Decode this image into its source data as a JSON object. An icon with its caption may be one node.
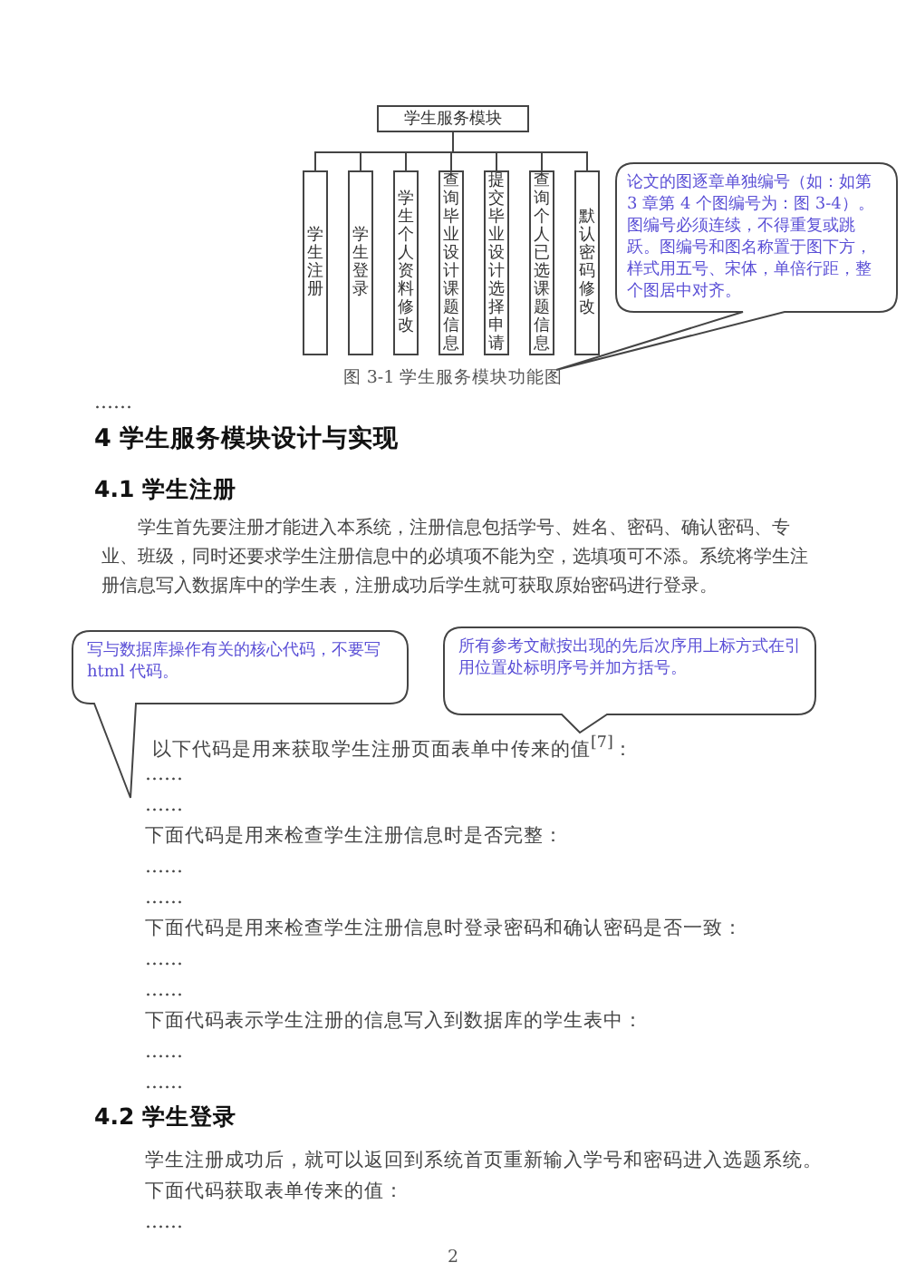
{
  "diagram": {
    "caption": "图 3-1 学生服务模块功能图",
    "nodes": [
      {
        "text": [
          "学生服务模块"
        ]
      },
      {
        "text": [
          "学生注册"
        ]
      },
      {
        "text": [
          "学生登录"
        ]
      },
      {
        "text": [
          "学生个人资料修改"
        ]
      },
      {
        "text": [
          "查询毕业设计课题信息"
        ]
      },
      {
        "text": [
          "提交毕业设计选择申请"
        ]
      },
      {
        "text": [
          "查询个人已选课题信息"
        ]
      },
      {
        "text": [
          "默认密码修改"
        ]
      },
      {
        "text": [
          "论文的图逐章单独编号（如：如第 3 章第 4 个图编号为：图 3-4）。图编号必须连续，不得重复或跳跃。图编号和图名称置于图下方，样式用五号、宋体，单倍行距，整个图居中对齐。"
        ]
      },
      {
        "text": [
          "写与数据库操作有关的核心代码，不要写 html 代码。"
        ]
      },
      {
        "text": [
          "所有参考文献按出现的先后次序用上标方式在引用位置处标明序号并加方括号。"
        ]
      }
    ],
    "edges": [
      {
        "from": 0,
        "to": 1,
        "arrow": "none"
      },
      {
        "from": 0,
        "to": 2,
        "arrow": "none"
      },
      {
        "from": 0,
        "to": 3,
        "arrow": "none"
      },
      {
        "from": 0,
        "to": 4,
        "arrow": "none"
      },
      {
        "from": 0,
        "to": 5,
        "arrow": "none"
      },
      {
        "from": 0,
        "to": 6,
        "arrow": "none"
      },
      {
        "from": 0,
        "to": 7,
        "arrow": "none"
      }
    ],
    "labels": [
      "……",
      "4 学生服务模块设计与实现",
      "4.1 学生注册",
      "学生首先要注册才能进入本系统，注册信息包括学号、姓名、密码、确认密码、专业、班级，同时还要求学生注册信息中的必填项不能为空，选填项可不添。系统将学生注册信息写入数据库中的学生表，注册成功后学生就可获取原始密码进行登录。",
      "以下代码是用来获取学生注册页面表单中传来的值$^{[7]}$：",
      "……",
      "……",
      "下面代码是用来检查学生注册信息时是否完整：",
      "……",
      "……",
      "下面代码是用来检查学生注册信息时登录密码和确认密码是否一致：",
      "……",
      "……",
      "下面代码表示学生注册的信息写入到数据库的学生表中：",
      "……",
      "……",
      "4.2 学生登录",
      "学生注册成功后，就可以返回到系统首页重新输入学号和密码进入选题系统。",
      "下面代码获取表单传来的值：",
      "……",
      "2"
    ]
  }
}
